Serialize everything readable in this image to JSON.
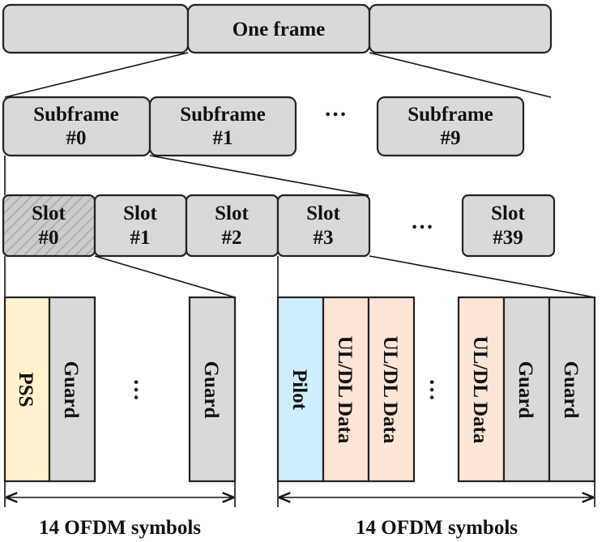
{
  "colors": {
    "box_fill": "#d9d9d9",
    "hatch_fill": "#c8c8c8",
    "pss_fill": "#fff2cc",
    "pilot_fill": "#cfeefb",
    "data_fill": "#fbe5d6",
    "stroke": "#222222"
  },
  "frame": {
    "label": "One frame"
  },
  "subframes": [
    {
      "line1": "Subframe",
      "line2": "#0"
    },
    {
      "line1": "Subframe",
      "line2": "#1"
    },
    {
      "line1": "Subframe",
      "line2": "#9"
    }
  ],
  "subframe_ellipsis": "…",
  "slots": [
    {
      "line1": "Slot",
      "line2": "#0"
    },
    {
      "line1": "Slot",
      "line2": "#1"
    },
    {
      "line1": "Slot",
      "line2": "#2"
    },
    {
      "line1": "Slot",
      "line2": "#3"
    },
    {
      "line1": "Slot",
      "line2": "#39"
    }
  ],
  "slot_ellipsis": "…",
  "left_symbols": [
    "PSS",
    "Guard",
    "Guard"
  ],
  "left_ellipsis": "…",
  "right_symbols": [
    "Pilot",
    "UL/DL Data",
    "UL/DL Data",
    "UL/DL Data",
    "Guard",
    "Guard"
  ],
  "right_ellipsis": "…",
  "left_span_label": "14 OFDM symbols",
  "right_span_label": "14 OFDM symbols"
}
